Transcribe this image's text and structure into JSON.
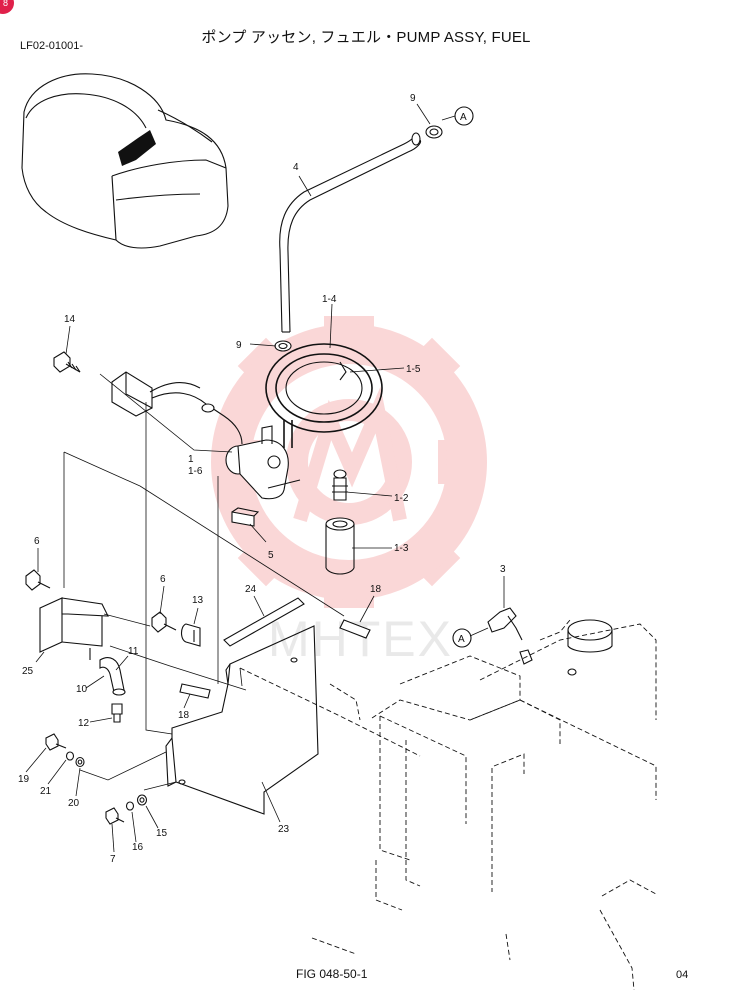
{
  "header": {
    "badge": "8",
    "title": "ポンプ アッセン, フュエル・PUMP ASSY, FUEL",
    "code": "LF02-01001-"
  },
  "footer": {
    "figure": "FIG 048-50-1",
    "page": "04"
  },
  "watermark": {
    "text": "MHTEX",
    "color": "#f4a7a7"
  },
  "callouts": {
    "ref_a": "A",
    "ref_a2": "A",
    "p9a": "9",
    "p4": "4",
    "p1_4": "1-4",
    "p9b": "9",
    "p1_5": "1-5",
    "p14": "14",
    "p1": "1",
    "p1_6": "1-6",
    "p1_2": "1-2",
    "p5": "5",
    "p1_3": "1-3",
    "p6a": "6",
    "p6b": "6",
    "p13": "13",
    "p24": "24",
    "p18a": "18",
    "p3": "3",
    "p25": "25",
    "p11": "11",
    "p10": "10",
    "p18b": "18",
    "p12": "12",
    "p19": "19",
    "p21": "21",
    "p20": "20",
    "p23": "23",
    "p15": "15",
    "p16": "16",
    "p7": "7"
  }
}
